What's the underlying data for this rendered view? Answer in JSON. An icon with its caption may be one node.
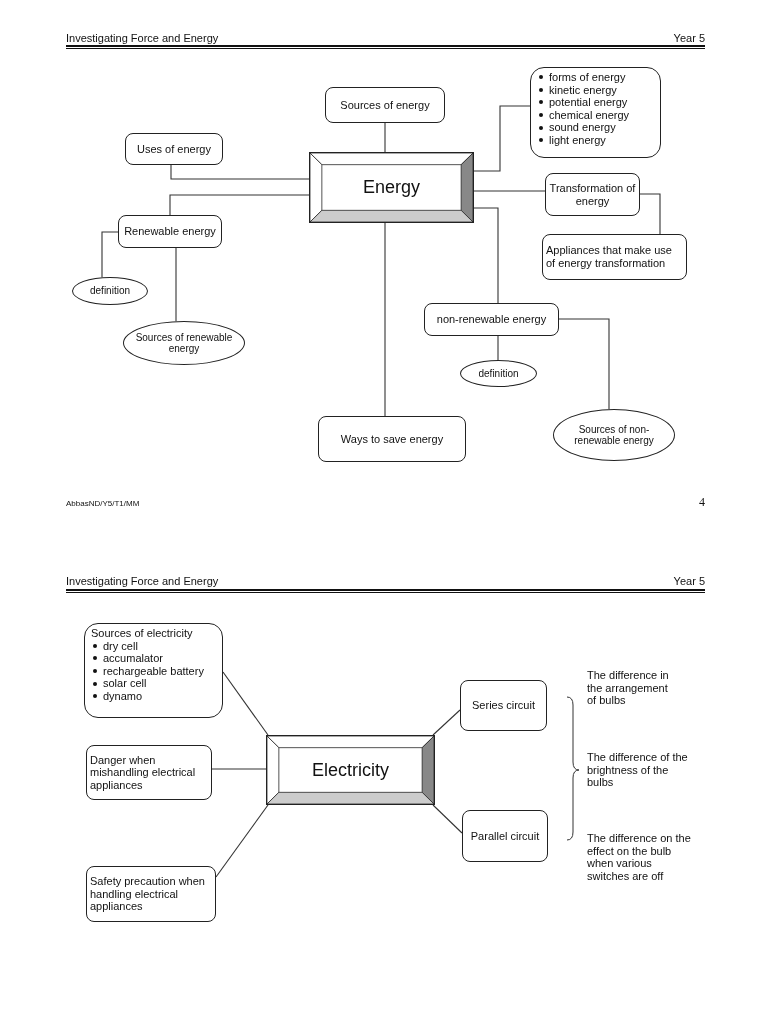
{
  "diagram": {
    "nodes": [
      {
        "text": [
          "Energy"
        ]
      },
      {
        "text": [
          "Sources of energy"
        ]
      },
      {
        "text": [
          "Uses of energy"
        ]
      },
      {
        "text": [
          "forms of energy",
          "kinetic energy",
          "potential energy",
          "chemical energy",
          "sound energy",
          "light energy"
        ]
      },
      {
        "text": [
          "Transformation of energy"
        ]
      },
      {
        "text": [
          "Appliances that make use of energy transformation"
        ]
      },
      {
        "text": [
          "Renewable energy"
        ]
      },
      {
        "text": [
          "definition"
        ]
      },
      {
        "text": [
          "Sources of renewable energy"
        ]
      },
      {
        "text": [
          "non-renewable energy"
        ]
      },
      {
        "text": [
          "definition"
        ]
      },
      {
        "text": [
          "Sources of non-renewable energy"
        ]
      },
      {
        "text": [
          "Ways to save energy"
        ]
      },
      {
        "text": [
          "Electricity"
        ]
      },
      {
        "text": [
          "Sources of electricity",
          "dry cell",
          "accumalator",
          "rechargeable battery",
          "solar cell",
          "dynamo"
        ]
      },
      {
        "text": [
          "Danger when mishandling electrical appliances"
        ]
      },
      {
        "text": [
          "Safety precaution when handling electrical appliances"
        ]
      },
      {
        "text": [
          "Series circuit"
        ]
      },
      {
        "text": [
          "Parallel circuit"
        ]
      }
    ],
    "edges": [
      {
        "from": 0,
        "to": 1,
        "arrow": "none"
      },
      {
        "from": 0,
        "to": 2,
        "arrow": "none"
      },
      {
        "from": 0,
        "to": 6,
        "arrow": "none"
      },
      {
        "from": 0,
        "to": 3,
        "arrow": "none"
      },
      {
        "from": 0,
        "to": 4,
        "arrow": "none"
      },
      {
        "from": 0,
        "to": 9,
        "arrow": "none"
      },
      {
        "from": 0,
        "to": 12,
        "arrow": "none"
      },
      {
        "from": 4,
        "to": 5,
        "arrow": "none"
      },
      {
        "from": 6,
        "to": 7,
        "arrow": "none"
      },
      {
        "from": 6,
        "to": 8,
        "arrow": "none"
      },
      {
        "from": 9,
        "to": 10,
        "arrow": "none"
      },
      {
        "from": 9,
        "to": 11,
        "arrow": "none"
      },
      {
        "from": 14,
        "to": 13,
        "arrow": "none"
      },
      {
        "from": 15,
        "to": 13,
        "arrow": "none"
      },
      {
        "from": 16,
        "to": 13,
        "arrow": "none"
      },
      {
        "from": 13,
        "to": 17,
        "arrow": "none"
      },
      {
        "from": 13,
        "to": 18,
        "arrow": "none"
      }
    ],
    "labels": [
      "Investigating Force and Energy",
      "Year 5",
      "AbbasND/Y5/T1/MM",
      "4",
      "Investigating Force and Energy",
      "Year 5",
      "The difference in the arrangement of bulbs",
      "The difference of the brightness of the bulbs",
      "The difference on the effect on the bulb when various switches are off"
    ]
  }
}
